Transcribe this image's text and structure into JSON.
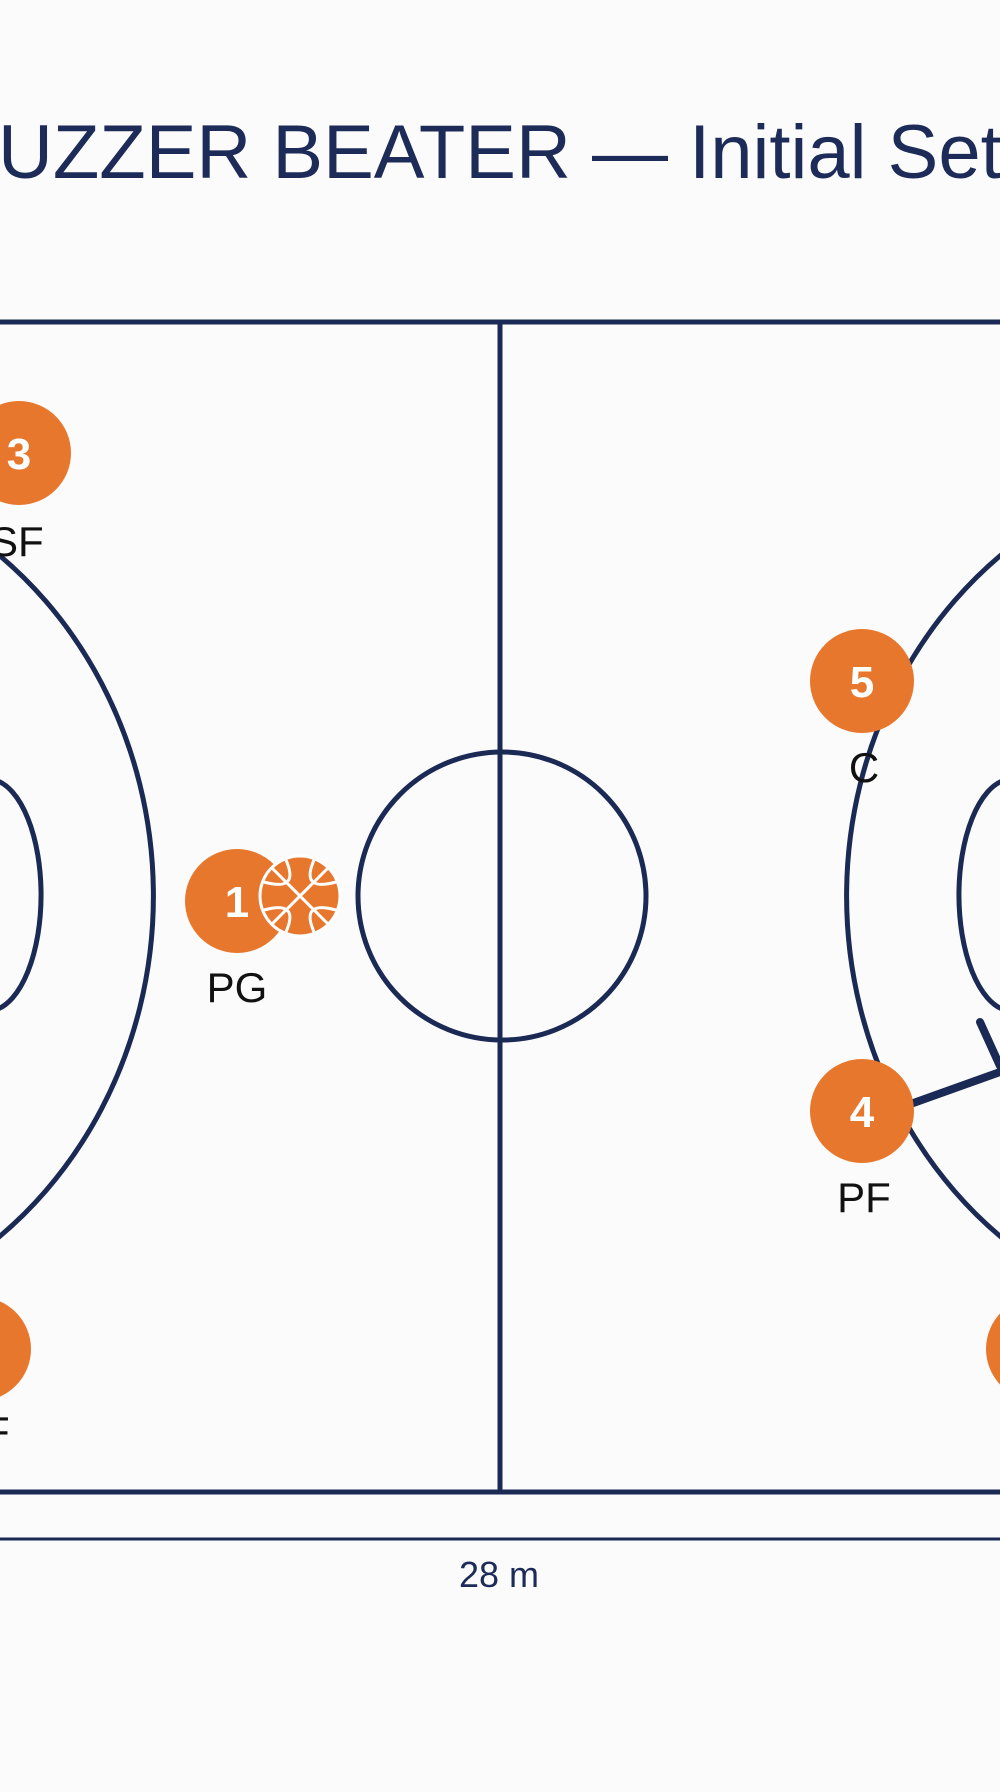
{
  "title": "UZZER BEATER — Initial Setu",
  "dimension": {
    "width_label": "28 m"
  },
  "colors": {
    "court_line": "#1a2a55",
    "player_fill": "#e8772e",
    "background": "#fbfbfb"
  },
  "players": [
    {
      "number": "3",
      "role": "SF"
    },
    {
      "number": "5",
      "role": "C"
    },
    {
      "number": "1",
      "role": "PG",
      "has_ball": true
    },
    {
      "number": "4",
      "role": "PF"
    },
    {
      "number": "",
      "role": "F"
    },
    {
      "number": "",
      "role": ""
    }
  ],
  "icons": [
    "basketball-icon",
    "screen-action-icon"
  ]
}
